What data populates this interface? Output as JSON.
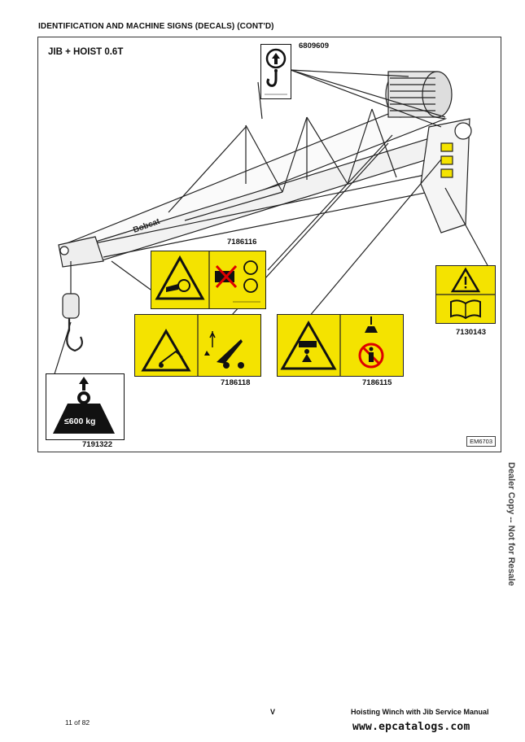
{
  "header": {
    "title": "IDENTIFICATION AND MACHINE SIGNS (DECALS) (CONT'D)"
  },
  "figure": {
    "title": "JIB + HOIST 0.6T",
    "code": "EM6703",
    "brand_logo": "Bobcat",
    "decals": [
      {
        "part_number": "6809609",
        "icon": "hook-lift-point-icon"
      },
      {
        "part_number": "7186116",
        "icon": "crush-hazard-rotating-parts-icon"
      },
      {
        "part_number": "7186118",
        "icon": "tip-over-hazard-icon"
      },
      {
        "part_number": "7186115",
        "icon": "falling-load-hazard-icon"
      },
      {
        "part_number": "7130143",
        "icon": "read-manual-warning-icon"
      },
      {
        "part_number": "7191322",
        "icon": "max-load-weight-icon",
        "label": "≤600 kg"
      }
    ]
  },
  "side_watermark": "Dealer Copy -- Not for Resale",
  "footer": {
    "page": "11 of 82",
    "section_letter": "V",
    "manual_title": "Hoisting Winch with Jib Service Manual",
    "url": "www.epcatalogs.com"
  }
}
